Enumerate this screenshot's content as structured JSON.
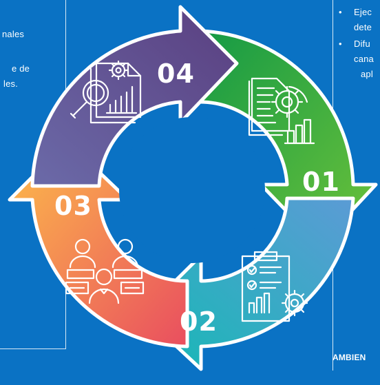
{
  "left_panel": {
    "line1": "nales",
    "line2": "e de",
    "line3": "les."
  },
  "right_panel": {
    "bullet": "•",
    "line1": "Ejec",
    "line2": "dete",
    "line3": "Difu",
    "line4": "cana",
    "line5": "apl",
    "footer": "AMBIEN"
  },
  "cycle": {
    "steps": [
      {
        "number": "01",
        "color_start": "#159a45",
        "color_end": "#6cc23a",
        "icon": "gear-document-chart-icon"
      },
      {
        "number": "02",
        "color_start": "#5b9bd5",
        "color_end": "#16b9b5",
        "icon": "clipboard-checklist-gear-icon"
      },
      {
        "number": "03",
        "color_start": "#e94e5f",
        "color_end": "#fdbd4a",
        "icon": "team-meeting-icon"
      },
      {
        "number": "04",
        "color_start": "#6b6aa8",
        "color_end": "#5a3f80",
        "icon": "report-magnifier-analysis-icon"
      }
    ]
  }
}
